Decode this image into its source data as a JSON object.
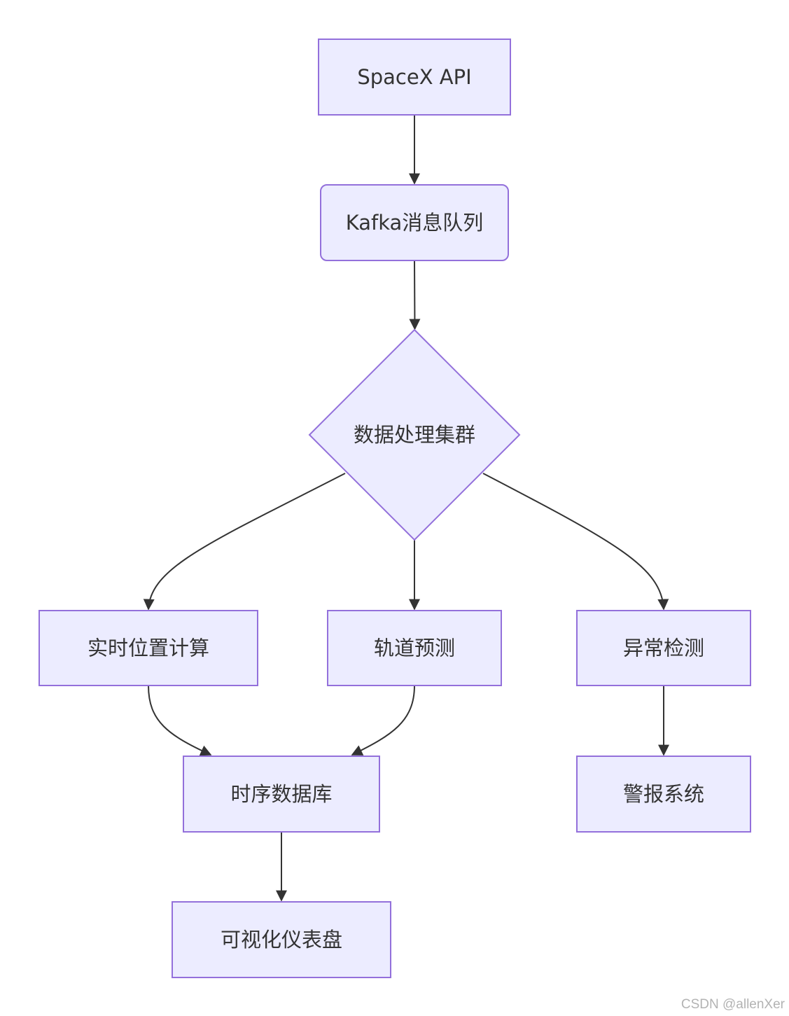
{
  "diagram": {
    "style": {
      "node_fill": "#ECECFF",
      "node_stroke": "#9370DB",
      "edge_color": "#333333",
      "text_color": "#333333",
      "background": "#FFFFFF"
    },
    "nodes": [
      {
        "id": "api",
        "label": "SpaceX API",
        "shape": "rect"
      },
      {
        "id": "kafka",
        "label": "Kafka消息队列",
        "shape": "rounded-rect"
      },
      {
        "id": "cluster",
        "label": "数据处理集群",
        "shape": "diamond"
      },
      {
        "id": "realtime",
        "label": "实时位置计算",
        "shape": "rect"
      },
      {
        "id": "orbit",
        "label": "轨道预测",
        "shape": "rect"
      },
      {
        "id": "anomaly",
        "label": "异常检测",
        "shape": "rect"
      },
      {
        "id": "tsdb",
        "label": "时序数据库",
        "shape": "rect"
      },
      {
        "id": "alert",
        "label": "警报系统",
        "shape": "rect"
      },
      {
        "id": "dashboard",
        "label": "可视化仪表盘",
        "shape": "rect"
      }
    ],
    "edges": [
      {
        "from": "api",
        "to": "kafka"
      },
      {
        "from": "kafka",
        "to": "cluster"
      },
      {
        "from": "cluster",
        "to": "realtime"
      },
      {
        "from": "cluster",
        "to": "orbit"
      },
      {
        "from": "cluster",
        "to": "anomaly"
      },
      {
        "from": "realtime",
        "to": "tsdb"
      },
      {
        "from": "orbit",
        "to": "tsdb"
      },
      {
        "from": "anomaly",
        "to": "alert"
      },
      {
        "from": "tsdb",
        "to": "dashboard"
      }
    ]
  },
  "watermark": "CSDN @allenXer"
}
